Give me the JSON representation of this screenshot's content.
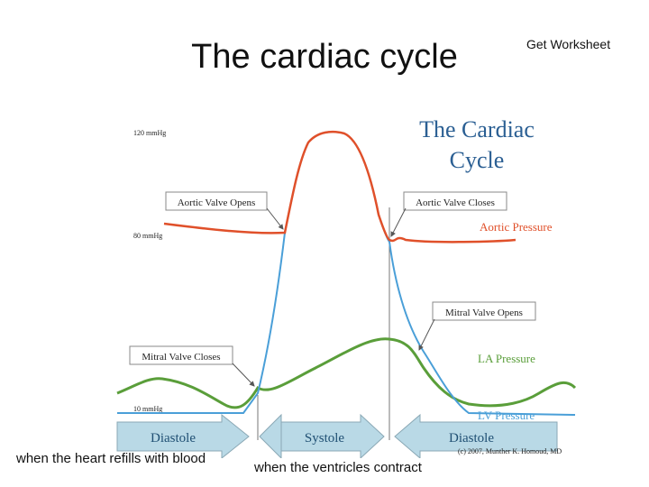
{
  "slide": {
    "title": "The cardiac cycle",
    "worksheet_link": "Get Worksheet",
    "caption_diastole": "when the heart refills with blood",
    "caption_systole": "when the ventricles contract"
  },
  "diagram": {
    "title_line1": "The Cardiac",
    "title_line2": "Cycle",
    "pressure_120": "120 mmHg",
    "pressure_80": "80 mmHg",
    "pressure_10": "10 mmHg",
    "aortic_valve_opens": "Aortic Valve Opens",
    "aortic_valve_closes": "Aortic Valve Closes",
    "mitral_valve_opens": "Mitral Valve Opens",
    "mitral_valve_closes": "Mitral Valve Closes",
    "aortic_pressure": "Aortic Pressure",
    "la_pressure": "LA Pressure",
    "lv_pressure": "LV Pressure",
    "phase_diastole_1": "Diastole",
    "phase_systole": "Systole",
    "phase_diastole_2": "Diastole",
    "copyright": "(c) 2007, Munther K. Homoud, MD",
    "colors": {
      "aortic": "#e0502a",
      "lv": "#4a9fd8",
      "la": "#5a9e3a",
      "title": "#2b5f93",
      "phase_bar": "#b9d9e6"
    }
  }
}
